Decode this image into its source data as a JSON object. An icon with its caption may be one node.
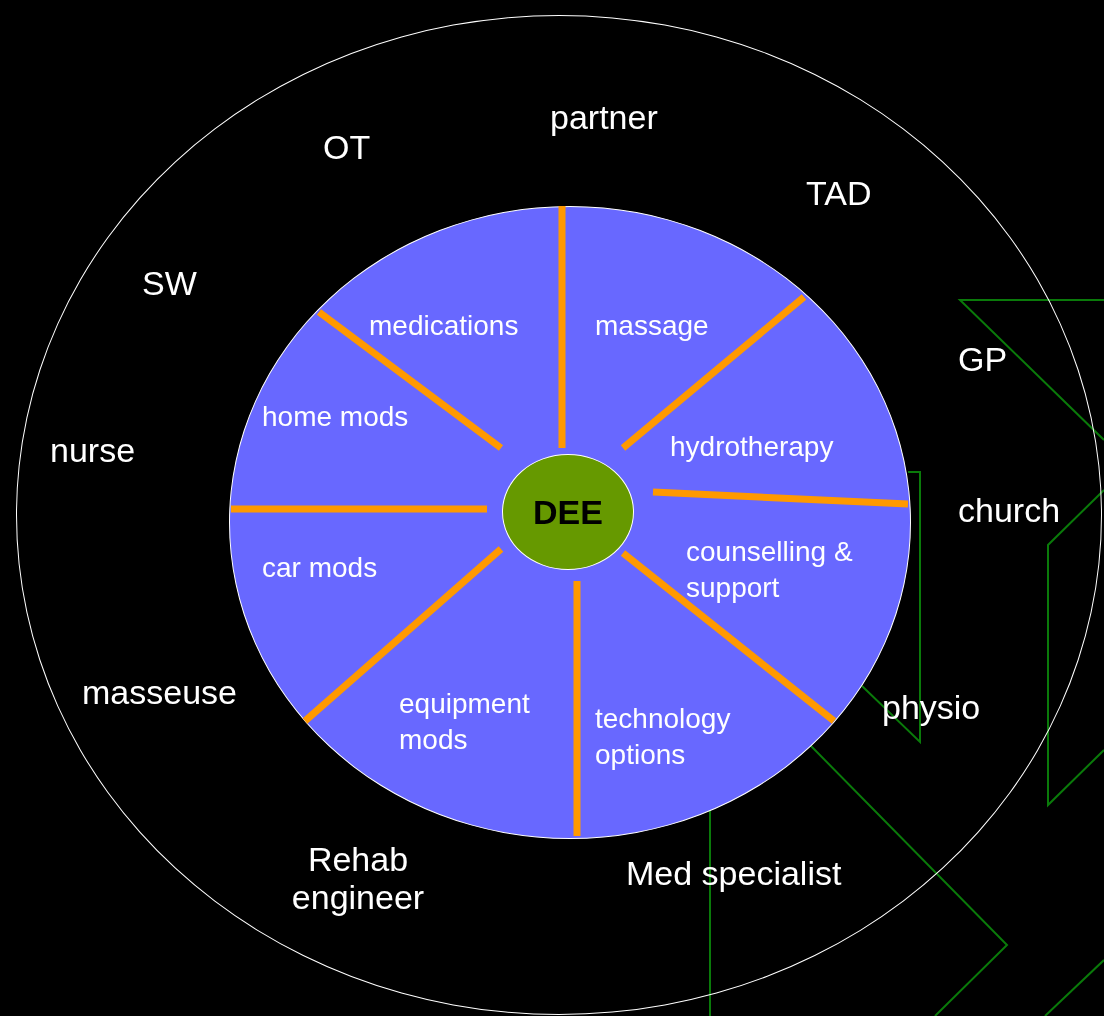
{
  "diagram": {
    "nodes": [
      {
        "text": [],
        "shape": "circle"
      },
      {
        "text": [],
        "shape": "circle",
        "in": 0
      },
      {
        "text": [
          "DEE"
        ],
        "in": 1
      }
    ],
    "labels": [
      "partner",
      "OT",
      "TAD",
      "SW",
      "GP",
      "medications",
      "massage",
      "home mods",
      "nurse",
      "hydrotherapy",
      "church",
      "car mods",
      "counselling & support",
      "masseuse",
      "physio",
      "equipment mods",
      "technology options",
      "Rehab engineer",
      "Med specialist"
    ]
  }
}
